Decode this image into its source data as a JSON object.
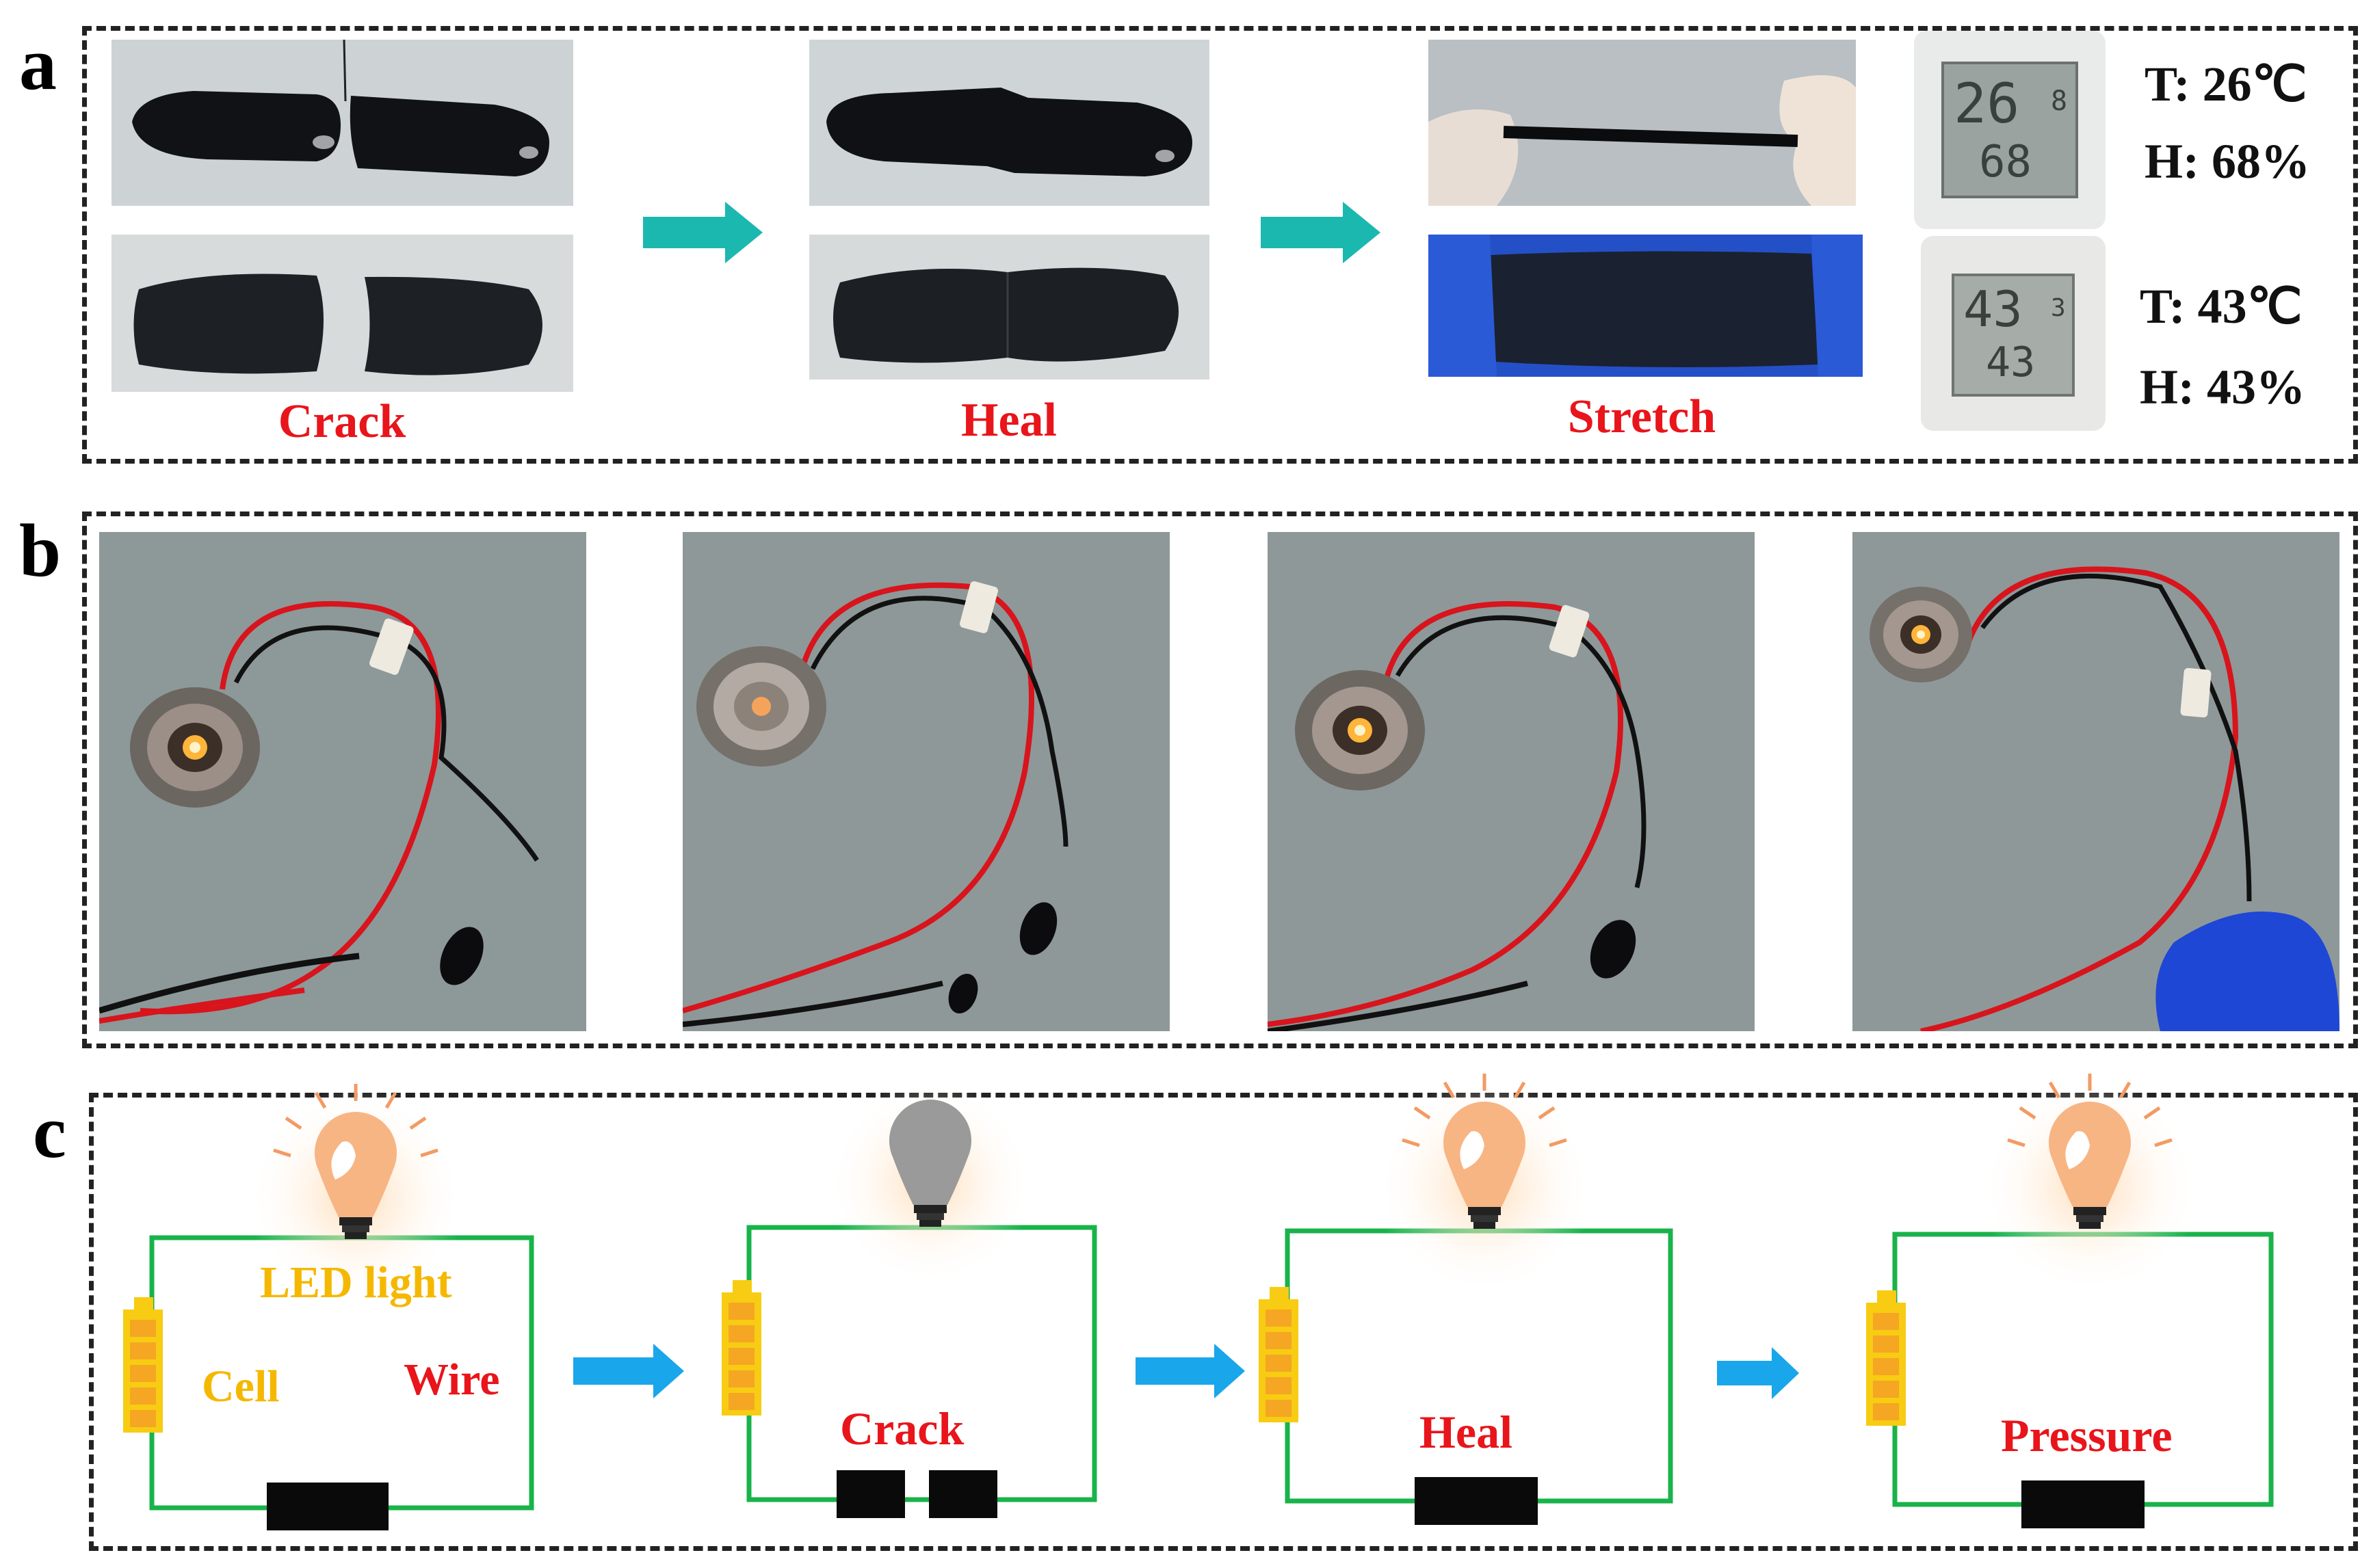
{
  "panels": {
    "a": {
      "letter": "a",
      "captions": {
        "crack": "Crack",
        "heal": "Heal",
        "stretch": "Stretch"
      },
      "sensor_top": {
        "display_temp": "26",
        "display_temp_small": "8",
        "display_hum": "68",
        "temp_label": "T: 26℃",
        "hum_label": "H: 68%"
      },
      "sensor_bottom": {
        "display_temp": "43",
        "display_temp_small": "3",
        "display_hum": "43",
        "temp_label": "T: 43℃",
        "hum_label": "H: 43%"
      }
    },
    "b": {
      "letter": "b"
    },
    "c": {
      "letter": "c",
      "labels": {
        "led": "LED light",
        "cell": "Cell",
        "wire": "Wire",
        "crack": "Crack",
        "heal": "Heal",
        "pressure": "Pressure"
      }
    }
  },
  "colors": {
    "arrow_teal": "#1bb8b0",
    "arrow_blue": "#1aa6ea",
    "caption_red": "#e8151b",
    "label_yellow": "#f5b800",
    "circuit_green": "#19b34a",
    "bulb_orange": "#f7b584",
    "bulb_off": "#9a9a9a",
    "cell_yellow": "#f7cc12"
  }
}
